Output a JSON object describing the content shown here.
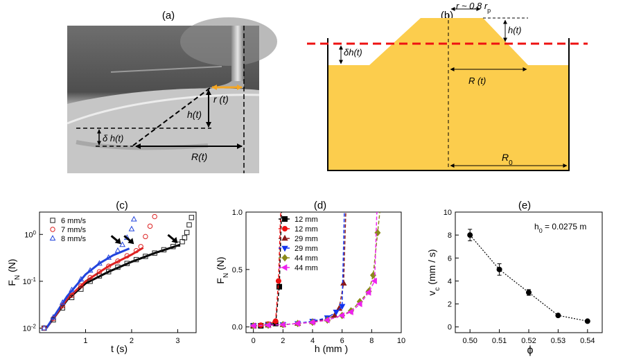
{
  "panels": {
    "a": {
      "label": "(a)",
      "annotations": {
        "r": "r (t)",
        "h": "h(t)",
        "dh": "δ h(t)",
        "R": "R(t)"
      }
    },
    "b": {
      "label": "(b)",
      "annotations": {
        "r": "r ~ 0.8 r",
        "r_sub": "p",
        "h": "h(t)",
        "dh": "δh(t)",
        "R": "R (t)",
        "R0": "R",
        "R0_sub": "0"
      }
    },
    "c": {
      "label": "(c)"
    },
    "d": {
      "label": "(d)"
    },
    "e": {
      "label": "(e)"
    }
  },
  "colors": {
    "gold": "#fccd4d",
    "dashed_red": "#ee1111",
    "orange_arrow": "#f5a623"
  },
  "chart_data": [
    {
      "panel": "c",
      "type": "scatter",
      "xlabel": "t (s)",
      "ylabel": "F",
      "ylabel_sub": "N",
      "ylabel_suffix": " (N)",
      "xlim": [
        0,
        3.4
      ],
      "ylim": [
        0.008,
        3
      ],
      "yscale": "log",
      "xticks": [
        "1",
        "2",
        "3"
      ],
      "yticks": [
        "10",
        "10",
        "10"
      ],
      "ytick_exps": [
        "-2",
        "-1",
        "0"
      ],
      "legend": {
        "position": "top-left",
        "entries": [
          "6 mm/s",
          "7 mm/s",
          "8 mm/s"
        ]
      },
      "series": [
        {
          "name": "6 mm/s",
          "marker": "square",
          "color": "#222222",
          "x": [
            0.1,
            0.3,
            0.5,
            0.7,
            0.9,
            1.1,
            1.3,
            1.5,
            1.7,
            1.9,
            2.1,
            2.3,
            2.5,
            2.7,
            2.9,
            3.0,
            3.1,
            3.15,
            3.2,
            3.25,
            3.3
          ],
          "y": [
            0.01,
            0.015,
            0.027,
            0.045,
            0.068,
            0.1,
            0.13,
            0.16,
            0.2,
            0.24,
            0.29,
            0.34,
            0.4,
            0.47,
            0.55,
            0.62,
            0.7,
            0.85,
            1.1,
            1.6,
            2.3
          ]
        },
        {
          "name": "7 mm/s",
          "marker": "circle",
          "color": "#dd2222",
          "x": [
            0.1,
            0.3,
            0.5,
            0.7,
            0.9,
            1.1,
            1.3,
            1.5,
            1.7,
            1.9,
            2.1,
            2.2,
            2.3,
            2.4,
            2.5
          ],
          "y": [
            0.01,
            0.016,
            0.03,
            0.05,
            0.08,
            0.12,
            0.16,
            0.21,
            0.27,
            0.35,
            0.45,
            0.55,
            0.9,
            1.5,
            2.4
          ]
        },
        {
          "name": "8 mm/s",
          "marker": "triangle",
          "color": "#2244dd",
          "x": [
            0.1,
            0.3,
            0.5,
            0.7,
            0.9,
            1.1,
            1.3,
            1.5,
            1.7,
            1.8,
            1.9,
            2.0,
            2.05
          ],
          "y": [
            0.01,
            0.017,
            0.035,
            0.065,
            0.11,
            0.17,
            0.24,
            0.32,
            0.45,
            0.6,
            0.85,
            1.3,
            2.1
          ]
        }
      ],
      "fits": [
        {
          "color": "#000000",
          "x": [
            0.15,
            0.6,
            1,
            1.5,
            2,
            2.5,
            3.05
          ],
          "y": [
            0.01,
            0.04,
            0.09,
            0.16,
            0.26,
            0.4,
            0.6
          ]
        },
        {
          "color": "#dd2222",
          "x": [
            0.15,
            0.6,
            1,
            1.5,
            2,
            2.25
          ],
          "y": [
            0.01,
            0.042,
            0.1,
            0.21,
            0.37,
            0.52
          ]
        },
        {
          "color": "#2244dd",
          "x": [
            0.15,
            0.6,
            1,
            1.3,
            1.6,
            1.95
          ],
          "y": [
            0.01,
            0.048,
            0.14,
            0.24,
            0.36,
            0.5
          ]
        }
      ],
      "arrows": [
        {
          "x": 1.77,
          "y": 0.62
        },
        {
          "x": 2.05,
          "y": 0.62
        },
        {
          "x": 3.0,
          "y": 0.65
        }
      ]
    },
    {
      "panel": "d",
      "type": "scatter",
      "xlabel": "h (mm )",
      "ylabel": "F",
      "ylabel_sub": "N",
      "ylabel_suffix": " (N)",
      "xlim": [
        -0.5,
        10
      ],
      "ylim": [
        -0.05,
        1.0
      ],
      "xticks": [
        "0",
        "2",
        "4",
        "6",
        "8",
        "10"
      ],
      "yticks": [
        "0.0",
        "0.5",
        "1.0"
      ],
      "legend": {
        "position": "top-left",
        "entries": [
          "12 mm",
          "12 mm",
          "29 mm",
          "29 mm",
          "44 mm",
          "44 mm"
        ]
      },
      "series": [
        {
          "name": "12 mm",
          "marker": "square",
          "color": "#000000",
          "x": [
            0,
            0.5,
            1.0,
            1.5,
            1.75
          ],
          "y": [
            0.01,
            0.01,
            0.02,
            0.03,
            0.35
          ]
        },
        {
          "name": "12 mm",
          "marker": "circle",
          "color": "#ee1111",
          "x": [
            0,
            0.5,
            1.0,
            1.5,
            1.7
          ],
          "y": [
            0.01,
            0.015,
            0.025,
            0.05,
            0.4
          ]
        },
        {
          "name": "29 mm",
          "marker": "triangle-up",
          "color": "#8b1a1a",
          "x": [
            0,
            1,
            2,
            3,
            4,
            5,
            5.5,
            5.8,
            6.1
          ],
          "y": [
            0.01,
            0.015,
            0.02,
            0.03,
            0.045,
            0.07,
            0.1,
            0.16,
            0.38
          ]
        },
        {
          "name": "29 mm",
          "marker": "triangle-down",
          "color": "#1133ee",
          "x": [
            0,
            1,
            2,
            3,
            4,
            5,
            5.6,
            6.0
          ],
          "y": [
            0.01,
            0.015,
            0.02,
            0.03,
            0.05,
            0.08,
            0.13,
            0.18
          ]
        },
        {
          "name": "44 mm",
          "marker": "diamond",
          "color": "#8a8a1a",
          "x": [
            0,
            1,
            2,
            3,
            4,
            5,
            6,
            6.6,
            7.2,
            7.8,
            8.1,
            8.4
          ],
          "y": [
            0.01,
            0.015,
            0.02,
            0.03,
            0.04,
            0.06,
            0.1,
            0.14,
            0.22,
            0.31,
            0.45,
            0.82
          ]
        },
        {
          "name": "44 mm",
          "marker": "triangle-left",
          "color": "#ee22ee",
          "x": [
            0,
            1,
            2,
            3,
            4,
            5,
            6,
            6.6,
            7.2,
            7.8,
            8.2
          ],
          "y": [
            0.01,
            0.015,
            0.02,
            0.03,
            0.04,
            0.06,
            0.1,
            0.13,
            0.2,
            0.3,
            0.4
          ]
        }
      ]
    },
    {
      "panel": "e",
      "type": "scatter",
      "xlabel": "ϕ",
      "ylabel": "v",
      "ylabel_sub": "c",
      "ylabel_suffix": " (mm / s)",
      "xlim": [
        0.495,
        0.545
      ],
      "ylim": [
        -0.5,
        10
      ],
      "xticks": [
        "0.50",
        "0.51",
        "0.52",
        "0.53",
        "0.54"
      ],
      "yticks": [
        "0",
        "2",
        "4",
        "6",
        "8",
        "10"
      ],
      "annotation": "h",
      "annotation_sub": "0",
      "annotation_suffix": " = 0.0275 m",
      "series": [
        {
          "marker": "circle",
          "color": "#000000",
          "x": [
            0.5,
            0.51,
            0.52,
            0.53,
            0.54
          ],
          "y": [
            8.0,
            5.0,
            3.0,
            1.0,
            0.5
          ],
          "err": [
            0.5,
            0.5,
            0.25,
            0.1,
            0.1
          ]
        }
      ]
    }
  ]
}
